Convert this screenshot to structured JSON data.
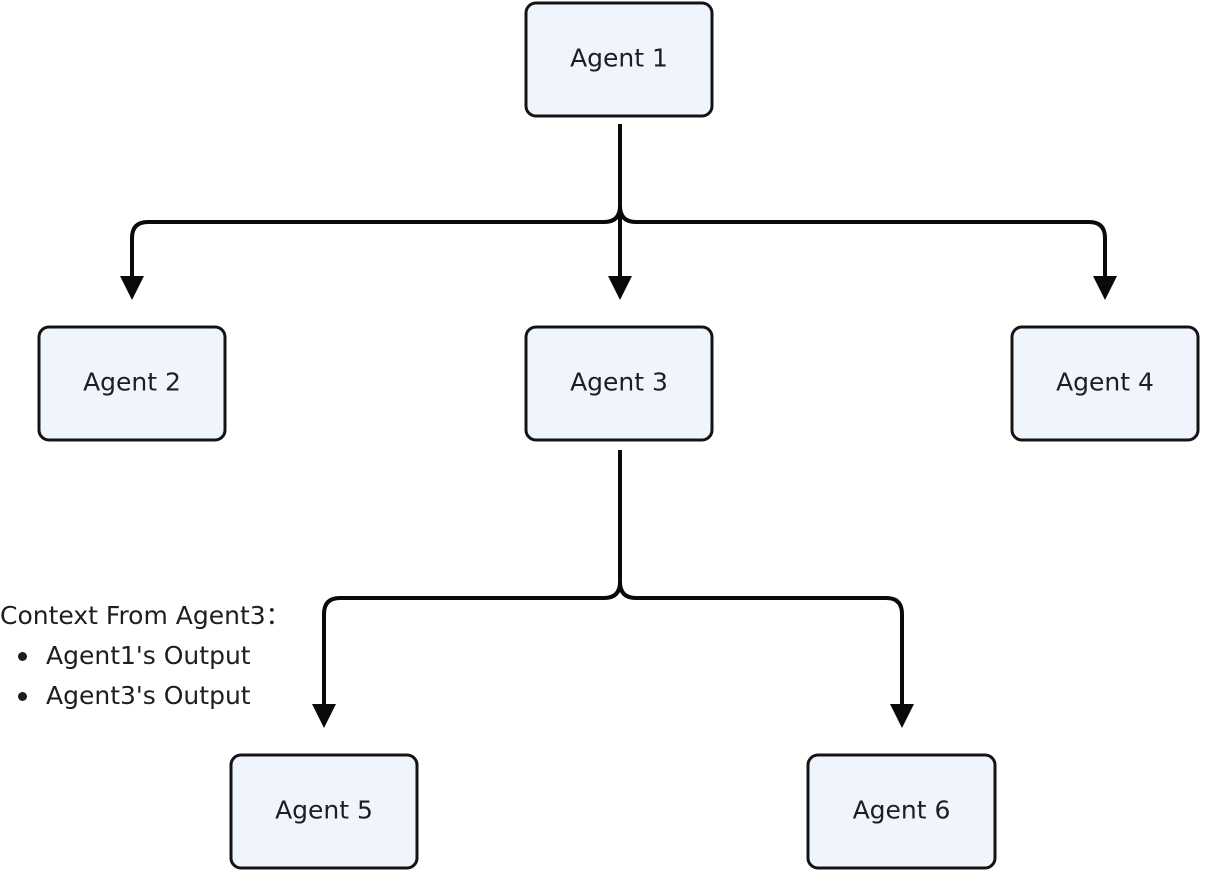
{
  "colors": {
    "node_fill": "#eff4fd",
    "node_stroke": "#141414",
    "line": "#0a0a0a",
    "text": "#1e1e1e"
  },
  "nodes": [
    {
      "id": "agent-1",
      "label": "Agent 1"
    },
    {
      "id": "agent-2",
      "label": "Agent 2"
    },
    {
      "id": "agent-3",
      "label": "Agent 3"
    },
    {
      "id": "agent-4",
      "label": "Agent 4"
    },
    {
      "id": "agent-5",
      "label": "Agent 5"
    },
    {
      "id": "agent-6",
      "label": "Agent 6"
    }
  ],
  "edges": [
    {
      "from": "agent-1",
      "to": "agent-2"
    },
    {
      "from": "agent-1",
      "to": "agent-3"
    },
    {
      "from": "agent-1",
      "to": "agent-4"
    },
    {
      "from": "agent-3",
      "to": "agent-5"
    },
    {
      "from": "agent-3",
      "to": "agent-6"
    }
  ],
  "note": {
    "title": "Context From Agent3：",
    "items": [
      "Agent1's Output",
      "Agent3's Output"
    ]
  }
}
